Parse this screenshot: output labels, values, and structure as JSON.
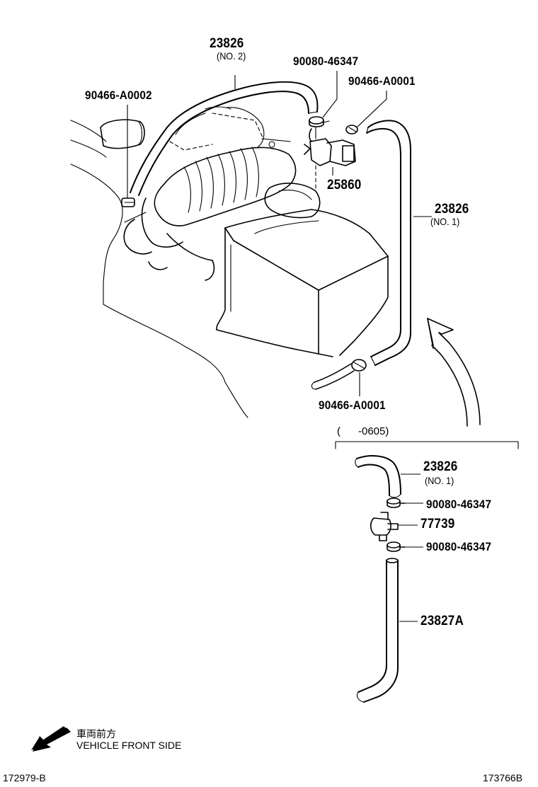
{
  "labels": {
    "hose_no2_part": "23826",
    "hose_no2_sub": "(NO. 2)",
    "clamp_upper_part": "90080-46347",
    "clip_upper_right_part": "90466-A0001",
    "clip_left_part": "90466-A0002",
    "vsv_part": "25860",
    "hose_no1_part": "23826",
    "hose_no1_sub": "(NO. 1)",
    "clip_lower_part": "90466-A0001"
  },
  "inset": {
    "range_label": "(      -0605)",
    "hose_no1_part": "23826",
    "hose_no1_sub": "(NO. 1)",
    "clamp_a_part": "90080-46347",
    "valve_part": "77739",
    "clamp_b_part": "90080-46347",
    "hose_a_part": "23827A"
  },
  "footer": {
    "direction_jp": "車両前方",
    "direction_en": "VEHICLE FRONT SIDE",
    "left_code": "172979-B",
    "right_code": "173766B"
  },
  "icons": {
    "front_arrow": "arrow-down-left-icon",
    "flow_arrow": "curved-arrow-up-icon"
  }
}
